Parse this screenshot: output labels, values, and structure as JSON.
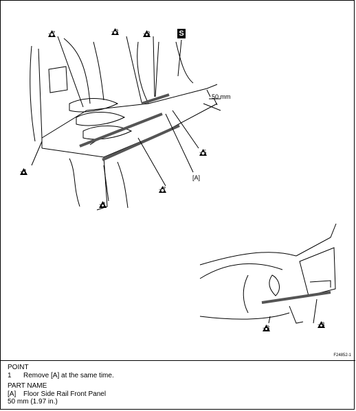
{
  "callouts": {
    "c7_top": "−7",
    "c3_a": "−3",
    "c3_b": "−3",
    "c1_left": "−1",
    "c5": "−5",
    "c7_bottom": "−7",
    "c1_bottom": "−1",
    "c3_inset": "−3",
    "c8_inset": "−8",
    "measure": "50 mm",
    "part_a": "[A]"
  },
  "symbols": {
    "weld_gear": "gear-weld-icon",
    "weld_triangle": "triangle-weld-icon",
    "sealer": "s-icon"
  },
  "s_label": "S",
  "figure_code": "F24852-1",
  "notes": {
    "point_heading": "POINT",
    "point_items": [
      {
        "num": "1",
        "text": "Remove [A] at the same time."
      }
    ],
    "part_heading": "PART NAME",
    "part_items": [
      {
        "num": "[A]",
        "text": "Floor Side Rail Front Panel"
      }
    ],
    "measure_note": "50 mm (1.97 in.)"
  }
}
